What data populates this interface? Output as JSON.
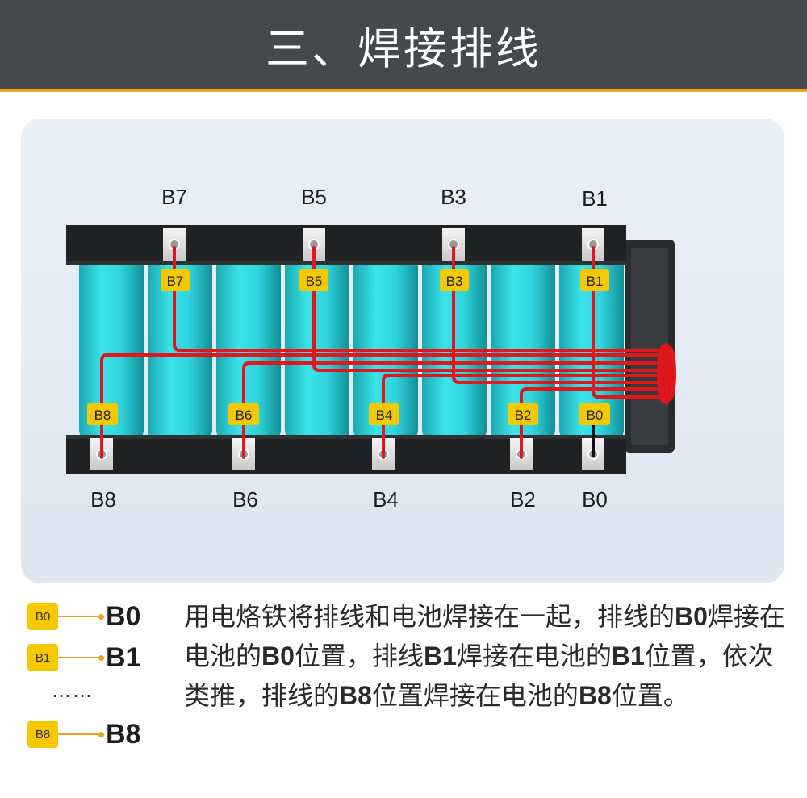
{
  "header": {
    "title": "三、焊接排线"
  },
  "diagram": {
    "top_outer_labels": [
      "B7",
      "B5",
      "B3",
      "B1"
    ],
    "top_tags": [
      "B7",
      "B5",
      "B3",
      "B1"
    ],
    "bottom_tags": [
      "B8",
      "B6",
      "B4",
      "B2",
      "B0"
    ],
    "bottom_outer_labels": [
      "B8",
      "B6",
      "B4",
      "B2",
      "B0"
    ]
  },
  "legend": {
    "rows": [
      {
        "tag": "B0",
        "target": "B0"
      },
      {
        "tag": "B1",
        "target": "B1"
      },
      {
        "tag": "B8",
        "target": "B8"
      }
    ],
    "ellipsis": "……"
  },
  "description": {
    "p1": "用电烙铁将排线和电池焊接在一起，排线的",
    "b1": "B0",
    "p2": "焊接在电池的",
    "b2": "B0",
    "p3": "位置，排线",
    "b3": "B1",
    "p4": "焊接在电池的",
    "b4": "B1",
    "p5": "位置，依次类推，排线的",
    "b5": "B8",
    "p6": "位置焊接在电池的",
    "b6": "B8",
    "p7": "位置。"
  },
  "colors": {
    "header_bg": "#45494b",
    "accent": "#f0a21a",
    "tag_yellow": "#f6c800",
    "wire_red": "#e3161b",
    "cell": "#2cd6de"
  }
}
